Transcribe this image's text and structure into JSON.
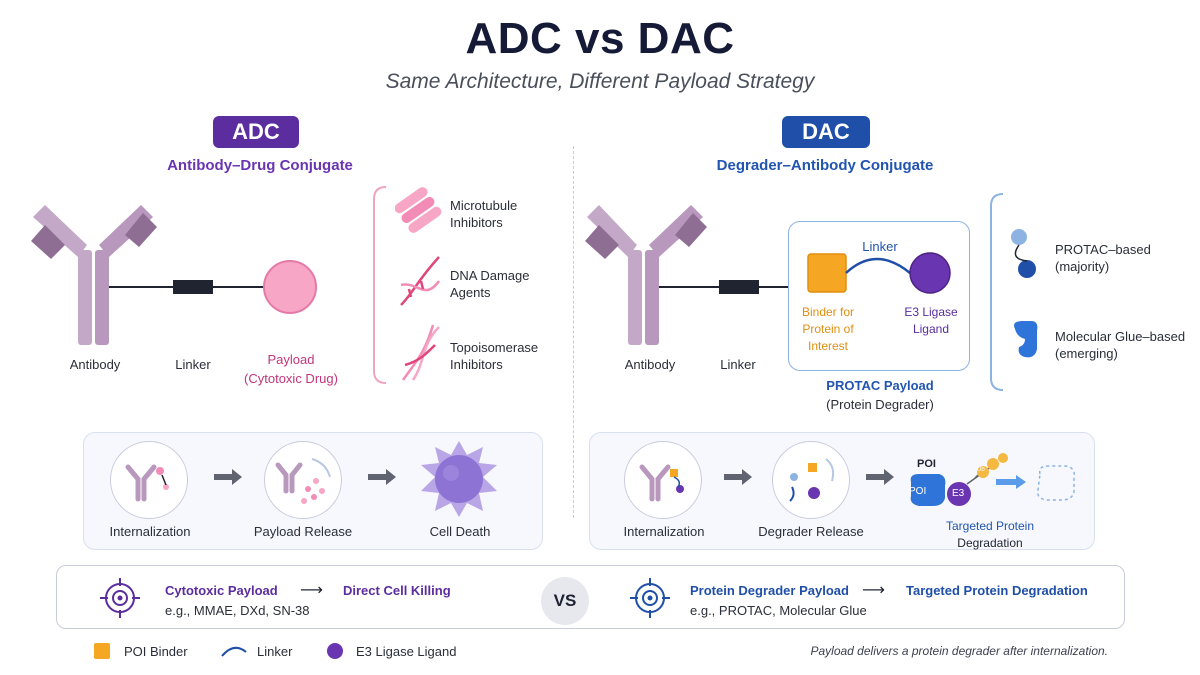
{
  "header": {
    "title": "ADC vs DAC",
    "subtitle": "Same Architecture, Different Payload Strategy"
  },
  "adc": {
    "badge": "ADC",
    "subtitle": "Antibody–Drug Conjugate",
    "antibody_label": "Antibody",
    "linker_label": "Linker",
    "payload_label": "Payload",
    "payload_sub": "(Cytotoxic Drug)",
    "payload_classes": [
      {
        "line1": "Microtubule",
        "line2": "Inhibitors"
      },
      {
        "line1": "DNA Damage",
        "line2": "Agents"
      },
      {
        "line1": "Topoisomerase",
        "line2": "Inhibitors"
      }
    ],
    "steps": [
      "Internalization",
      "Payload Release",
      "Cell Death"
    ]
  },
  "dac": {
    "badge": "DAC",
    "subtitle": "Degrader–Antibody Conjugate",
    "antibody_label": "Antibody",
    "linker_label": "Linker",
    "inner_linker_label": "Linker",
    "binder_label": [
      "Binder for",
      "Protein of",
      "Interest"
    ],
    "e3_label": [
      "E3 Ligase",
      "Ligand"
    ],
    "payload_label": "PROTAC Payload",
    "payload_sub": "(Protein Degrader)",
    "payload_classes": [
      {
        "line1": "PROTAC–based",
        "line2": "(majority)"
      },
      {
        "line1": "Molecular Glue–based",
        "line2": "(emerging)"
      }
    ],
    "steps": [
      "Internalization",
      "Degrader Release"
    ],
    "poi_label": "POI",
    "poi_inner": "POI",
    "e3_inner": "E3",
    "ub_label": "Ub",
    "target_line1": "Targeted Protein",
    "target_line2": "Degradation"
  },
  "comparison": {
    "left_title": "Cytotoxic Payload",
    "left_arrow": "⟶",
    "left_result": "Direct Cell Killing",
    "left_examples": "e.g., MMAE, DXd, SN-38",
    "vs": "VS",
    "right_title": "Protein Degrader Payload",
    "right_arrow": "⟶",
    "right_result": "Targeted Protein Degradation",
    "right_examples": "e.g., PROTAC, Molecular Glue"
  },
  "legend": {
    "items": [
      "POI Binder",
      "Linker",
      "E3 Ligase Ligand"
    ]
  },
  "footnote": "Payload delivers a protein degrader after internalization.",
  "colors": {
    "adc_accent": "#5b2d9e",
    "dac_accent": "#1f4fa8",
    "payload_pink": "#f28cb6",
    "antibody": "#c4a8c8",
    "poi_orange": "#f5a623",
    "e3_purple": "#6a35b0"
  }
}
